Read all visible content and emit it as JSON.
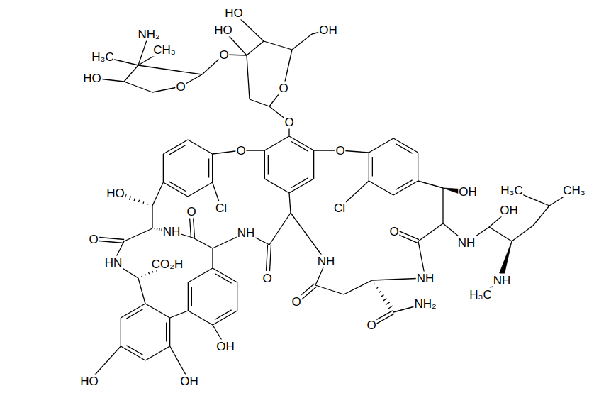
{
  "diagram": {
    "labels": [
      "HO",
      "NH₂",
      "HO",
      "OH",
      "CH₃",
      "H₃C",
      "O",
      "HO",
      "O",
      "O",
      "O",
      "O",
      "O",
      "HO",
      "O",
      "Cl",
      "Cl",
      "OH",
      "H₃C",
      "CH₃",
      "OH",
      "O",
      "NH",
      "NH",
      "O",
      "NH",
      "HN",
      "CO₂H",
      "O",
      "NH",
      "NH",
      "NH",
      "O",
      "NH₂",
      "H₃C",
      "O",
      "OH",
      "HO",
      "OH"
    ]
  }
}
